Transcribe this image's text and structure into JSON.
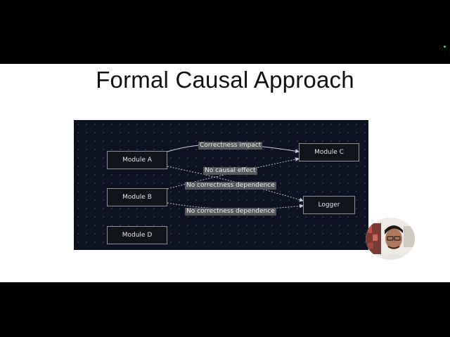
{
  "slide": {
    "title": "Formal Causal Approach"
  },
  "diagram": {
    "nodes": {
      "module_a": "Module A",
      "module_b": "Module B",
      "module_c": "Module C",
      "module_d": "Module D",
      "logger": "Logger"
    },
    "edges": {
      "a_to_c": "Correctness impact",
      "b_to_c": "No causal effect",
      "a_to_logger": "No correctness dependence",
      "b_to_logger": "No correctness dependence"
    }
  },
  "colors": {
    "slide_background": "#ffffff",
    "diagram_background": "#0c1222",
    "node_border": "#8a8f98",
    "edge_label_background": "#55585d",
    "status_indicator": "#00ff66"
  }
}
